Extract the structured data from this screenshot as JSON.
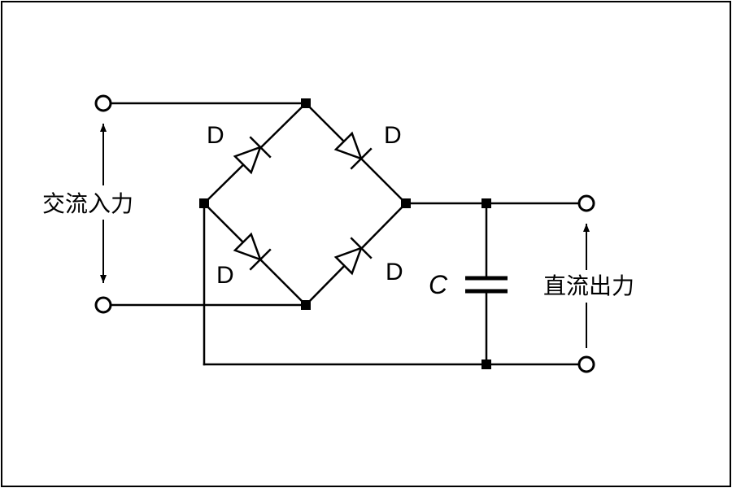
{
  "diagram": {
    "colors": {
      "line": "#000000",
      "background": "#ffffff"
    },
    "ac_input_label": "交流入力",
    "dc_output_label": "直流出力",
    "diode_labels": [
      "D",
      "D",
      "D",
      "D"
    ],
    "capacitor_label": "C"
  }
}
